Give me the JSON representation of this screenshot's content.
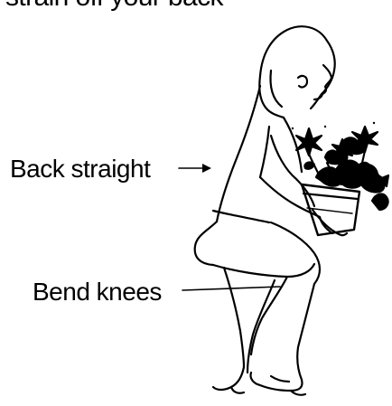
{
  "caption_fragment": "strain off your back",
  "labels": {
    "back": "Back straight",
    "knees": "Bend knees"
  },
  "icons": {
    "figure": "woman-squatting-lifting-plant-illustration",
    "plant": "potted-flowers-icon"
  },
  "colors": {
    "ink": "#000000",
    "paper": "#ffffff"
  }
}
